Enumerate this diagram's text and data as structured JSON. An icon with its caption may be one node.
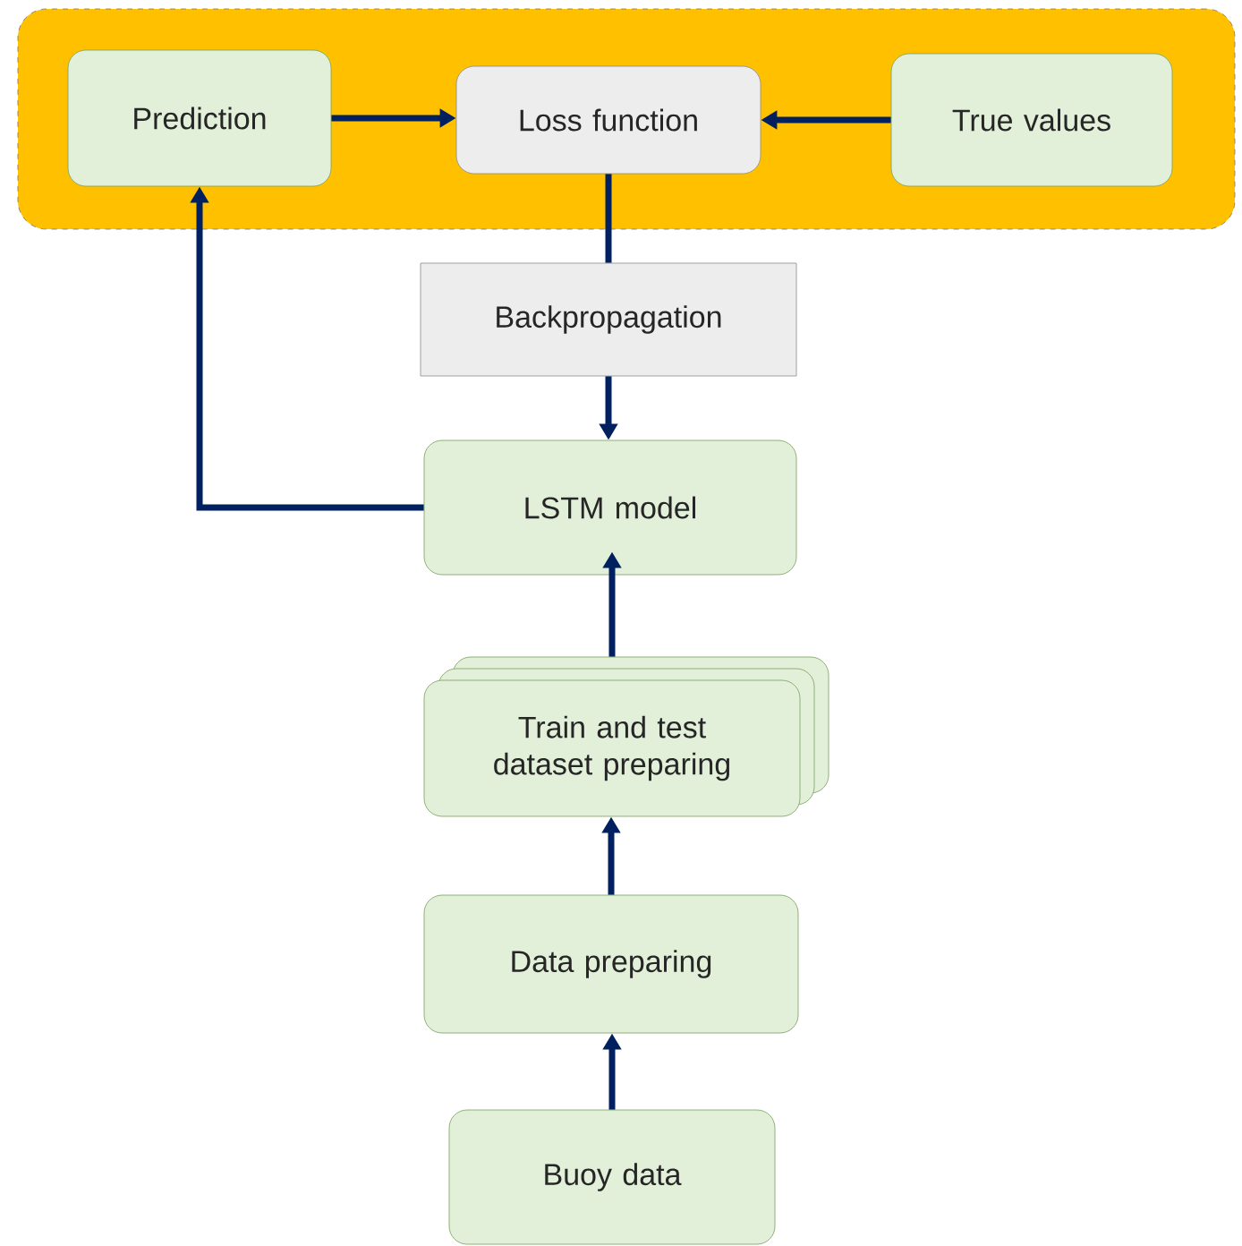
{
  "diagram": {
    "nodes": [
      {
        "text": [],
        "shape": "box"
      },
      {
        "text": [
          "Prediction"
        ],
        "in": 0
      },
      {
        "text": [
          "Loss function"
        ],
        "in": 0
      },
      {
        "text": [
          "True values"
        ],
        "in": 0
      },
      {
        "text": [
          "Backpropagation"
        ]
      },
      {
        "text": [
          "LSTM model"
        ]
      },
      {
        "text": [
          "Train and test dataset preparing"
        ]
      },
      {
        "text": [
          "Data preparing"
        ]
      },
      {
        "text": [
          "Buoy data"
        ]
      }
    ],
    "edges": [
      {
        "from": 1,
        "to": 2,
        "arrow": "to"
      },
      {
        "from": 3,
        "to": 2,
        "arrow": "to"
      },
      {
        "from": 2,
        "to": 4,
        "arrow": "none"
      },
      {
        "from": 4,
        "to": 5,
        "arrow": "to"
      },
      {
        "from": 5,
        "to": 1,
        "arrow": "to"
      },
      {
        "from": 6,
        "to": 5,
        "arrow": "to"
      },
      {
        "from": 7,
        "to": 6,
        "arrow": "to"
      },
      {
        "from": 8,
        "to": 7,
        "arrow": "to"
      }
    ]
  }
}
